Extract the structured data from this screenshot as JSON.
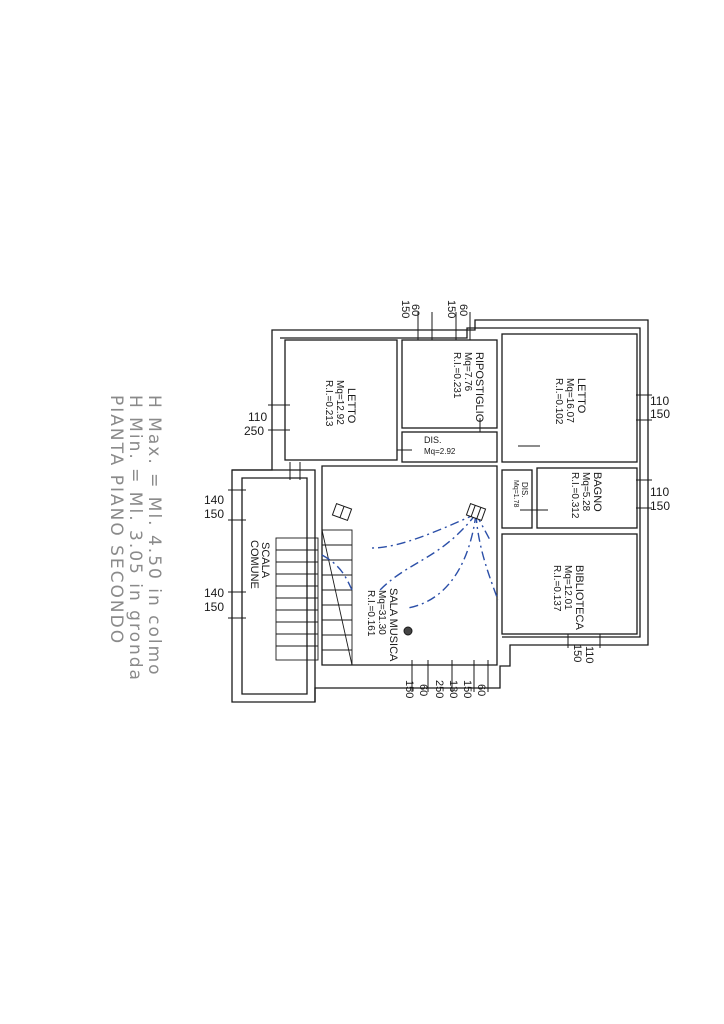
{
  "title_block": {
    "line1": "PIANTA PIANO SECONDO",
    "line2": "H Min. = Ml. 3.05 in gronda",
    "line3": "H Max. = Ml. 4.50 in colmo"
  },
  "rooms": {
    "letto_left": {
      "name": "LETTO",
      "area": "Mq=12.92",
      "ri": "R.I.=0.213"
    },
    "ripostiglio": {
      "name": "RIPOSTIGLIO",
      "area": "Mq=7.76",
      "ri": "R.I.=0.231"
    },
    "letto_right": {
      "name": "LETTO",
      "area": "Mq=16.07",
      "ri": "R.I.=0.102"
    },
    "dis1": {
      "name": "DIS.",
      "area": "Mq=2.92"
    },
    "dis2": {
      "name": "DIS.",
      "area": "Mq=1.78"
    },
    "bagno": {
      "name": "BAGNO",
      "area": "Mq=5.28",
      "ri": "R.I.=0.312"
    },
    "biblioteca": {
      "name": "BIBLIOTECA",
      "area": "Mq=12.01",
      "ri": "R.I.=0.137"
    },
    "sala_musica": {
      "name": "SALA MUSICA",
      "area": "Mq=31.30",
      "ri": "R.I.=0.161"
    },
    "scala_comune": {
      "name1": "SCALA",
      "name2": "COMUNE"
    }
  },
  "dimensions": {
    "top_60a": "60",
    "top_150a": "150",
    "top_60b": "60",
    "top_150b": "150",
    "right1_110": "110",
    "right1_150": "150",
    "right2_110": "110",
    "right2_150": "150",
    "bib_110": "110",
    "bib_150": "150",
    "left_110": "110",
    "left_250": "250",
    "stair1_140": "140",
    "stair1_150": "150",
    "stair2_140": "140",
    "stair2_150": "150",
    "bot_150a": "150",
    "bot_60a": "60",
    "bot_250": "250",
    "bot_130": "130",
    "bot_150b": "150",
    "bot_60b": "60"
  },
  "colors": {
    "ink": "#1a1a1a",
    "annotation": "#2b4fa8",
    "title": "#8a8a8a"
  }
}
